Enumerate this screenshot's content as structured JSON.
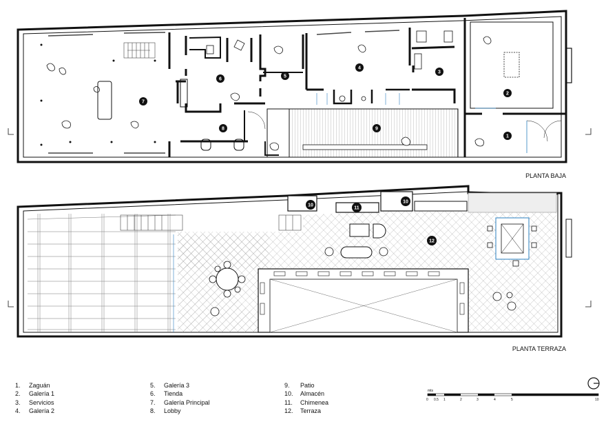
{
  "plans": [
    {
      "id": "ground",
      "title": "PLANTA BAJA"
    },
    {
      "id": "terrace",
      "title": "PLANTA TERRAZA"
    }
  ],
  "markers": [
    {
      "n": "1",
      "plan": "ground"
    },
    {
      "n": "2",
      "plan": "ground"
    },
    {
      "n": "3",
      "plan": "ground"
    },
    {
      "n": "4",
      "plan": "ground"
    },
    {
      "n": "5",
      "plan": "ground"
    },
    {
      "n": "6",
      "plan": "ground"
    },
    {
      "n": "7",
      "plan": "ground"
    },
    {
      "n": "8",
      "plan": "ground"
    },
    {
      "n": "9",
      "plan": "ground"
    },
    {
      "n": "10",
      "plan": "terrace"
    },
    {
      "n": "11",
      "plan": "terrace"
    },
    {
      "n": "10",
      "plan": "terrace"
    },
    {
      "n": "12",
      "plan": "terrace"
    }
  ],
  "legend": [
    {
      "n": "1.",
      "label": "Zaguán"
    },
    {
      "n": "2.",
      "label": "Galería 1"
    },
    {
      "n": "3.",
      "label": "Servicios"
    },
    {
      "n": "4.",
      "label": "Galería 2"
    },
    {
      "n": "5.",
      "label": "Galería 3"
    },
    {
      "n": "6.",
      "label": "Tienda"
    },
    {
      "n": "7.",
      "label": "Galería Principal"
    },
    {
      "n": "8.",
      "label": "Lobby"
    },
    {
      "n": "9.",
      "label": "Patio"
    },
    {
      "n": "10.",
      "label": "Almacén"
    },
    {
      "n": "11.",
      "label": "Chimenea"
    },
    {
      "n": "12.",
      "label": "Terraza"
    }
  ],
  "scale": {
    "unit": "mts",
    "ticks": [
      "0",
      "0.5",
      "1",
      "2",
      "3",
      "4",
      "5",
      "10"
    ]
  },
  "north_icon": "north-arrow-icon"
}
